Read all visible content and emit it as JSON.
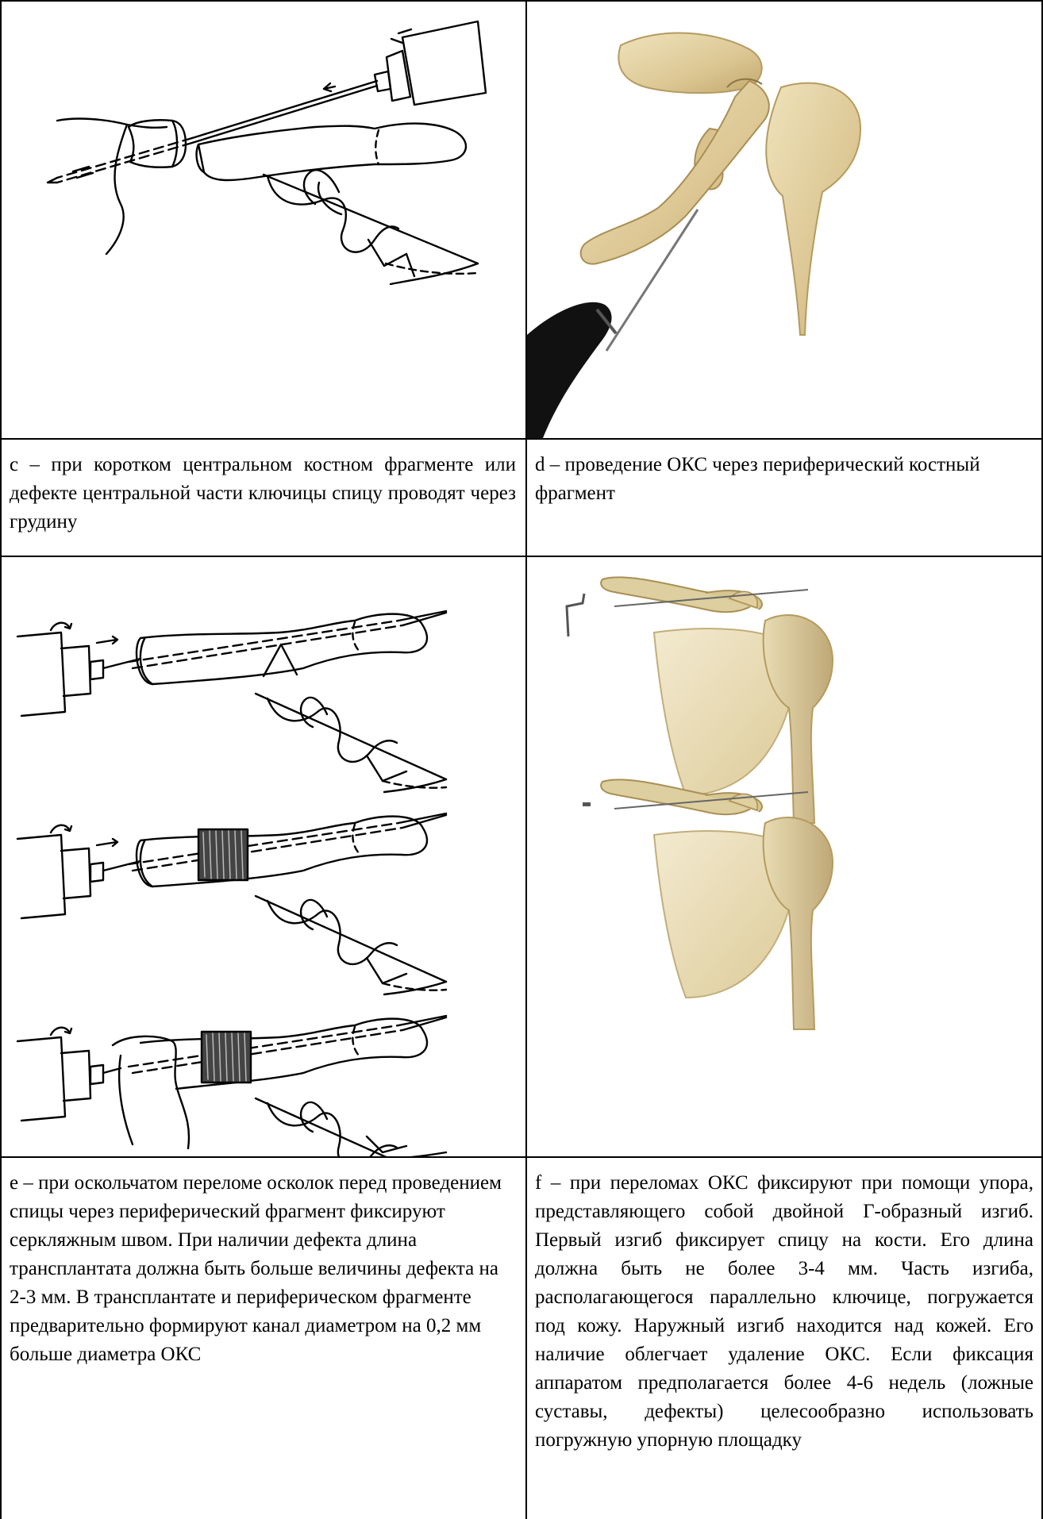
{
  "captions": {
    "c": "c – при коротком центральном костном фрагменте или дефекте центральной части ключицы спицу проводят через грудину",
    "d": "d – проведение ОКС через периферический костный фрагмент",
    "e": "e – при оскольчатом переломе осколок перед проведением спицы через периферический фрагмент фиксируют серкляжным швом. При наличии дефекта длина трансплантата должна быть больше величины дефекта на 2-3 мм. В трансплантате и периферическом фрагменте предварительно формируют канал диаметром на 0,2 мм больше диаметра ОКС",
    "f": "f – при переломах ОКС фиксируют при помощи упора, представляющего собой двойной Г-образный изгиб. Первый изгиб фиксирует спицу на кости. Его длина должна быть не более 3-4 мм. Часть изгиба, располагающегося параллельно ключице, погружается под кожу. Наружный изгиб находится над кожей. Его наличие облегчает удаление ОКС. Если фиксация аппаратом предполагается более 4-6 недель (ложные суставы, дефекты) целесообразно использовать погружную упорную площадку"
  },
  "colors": {
    "bone": "#e3d3a6",
    "bone_shadow": "#c9b47f",
    "scapula": "#efe4bf",
    "drill": "#111111"
  }
}
